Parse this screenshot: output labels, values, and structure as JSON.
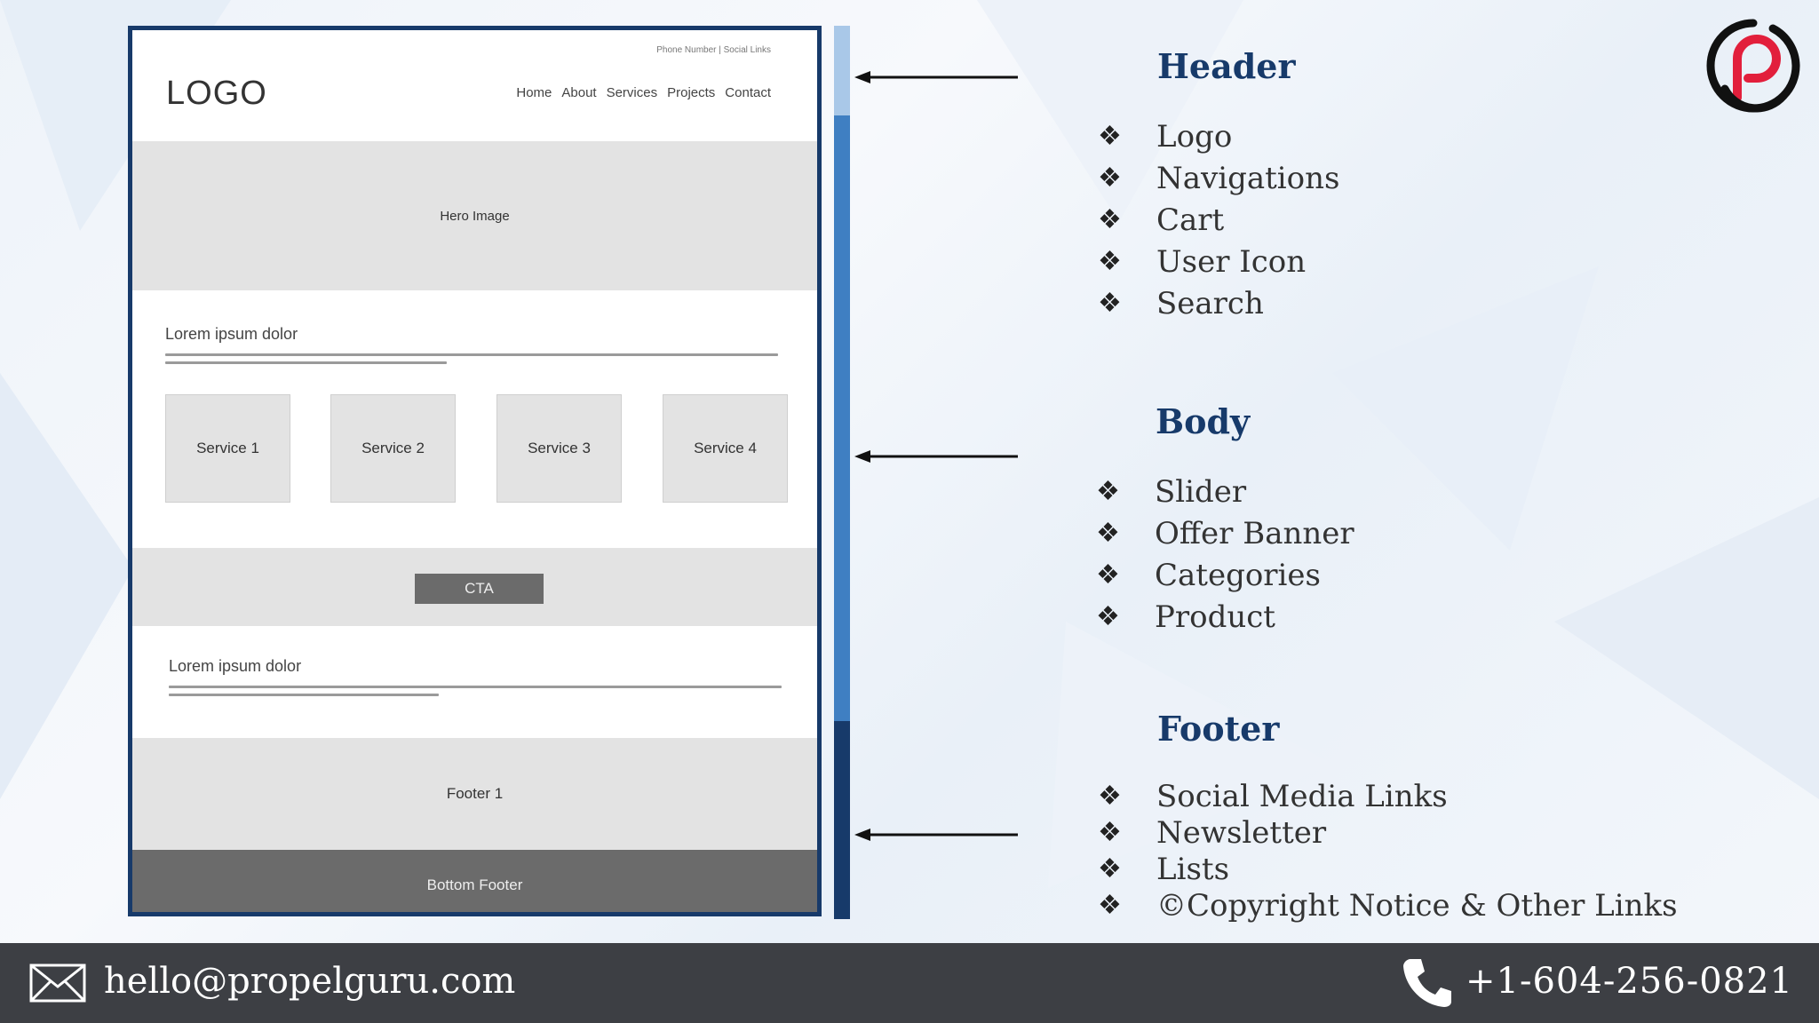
{
  "wireframe": {
    "top_links": "Phone Number | Social Links",
    "logo": "LOGO",
    "nav": [
      "Home",
      "About",
      "Services",
      "Projects",
      "Contact"
    ],
    "hero": "Hero Image",
    "section1_heading": "Lorem ipsum dolor",
    "services": [
      "Service 1",
      "Service 2",
      "Service 3",
      "Service 4"
    ],
    "cta": "CTA",
    "section2_heading": "Lorem ipsum dolor",
    "footer1": "Footer 1",
    "bottom_footer": "Bottom Footer"
  },
  "header": {
    "title": "Header",
    "items": [
      "Logo",
      "Navigations",
      "Cart",
      "User Icon",
      "Search"
    ]
  },
  "body": {
    "title": "Body",
    "items": [
      "Slider",
      "Offer Banner",
      "Categories",
      "Product"
    ]
  },
  "footer": {
    "title": "Footer",
    "items": [
      "Social Media Links",
      "Newsletter",
      "Lists",
      "©Copyright Notice & Other Links"
    ]
  },
  "bullet": "❖",
  "contact": {
    "email": "hello@propelguru.com",
    "phone": "+1-604-256-0821"
  },
  "colors": {
    "title_blue": "#173a6a",
    "bar_light": "#a9c8e8",
    "bar_mid": "#3f7fc2",
    "bar_dark": "#173a6a",
    "footer_bg": "#3d3f44",
    "brand_red": "#e21f3c"
  }
}
